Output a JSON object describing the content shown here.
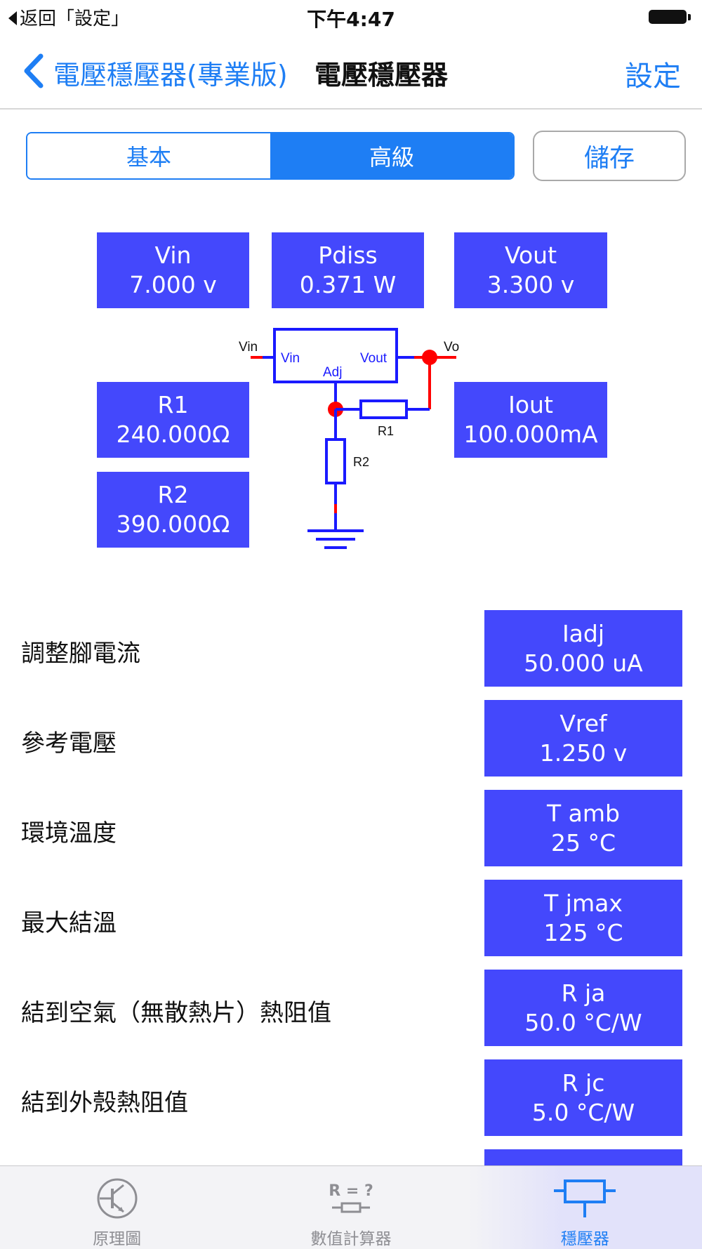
{
  "status_bar": {
    "back_app": "返回「設定」",
    "time": "下午4:47"
  },
  "nav": {
    "back_title": "電壓穩壓器(專業版)",
    "title": "電壓穩壓器",
    "right_button": "設定"
  },
  "segments": {
    "basic": "基本",
    "advanced": "高級",
    "selected": "高級"
  },
  "save_button": "儲存",
  "boxes": {
    "vin": {
      "name": "Vin",
      "value": "7.000 v"
    },
    "pdiss": {
      "name": "Pdiss",
      "value": "0.371 W"
    },
    "vout": {
      "name": "Vout",
      "value": "3.300 v"
    },
    "r1": {
      "name": "R1",
      "value": "240.000Ω"
    },
    "iout": {
      "name": "Iout",
      "value": "100.000mA"
    },
    "r2": {
      "name": "R2",
      "value": "390.000Ω"
    }
  },
  "schematic": {
    "vin_label": "Vin",
    "vo_label": "Vo",
    "pin_vin": "Vin",
    "pin_vout": "Vout",
    "pin_adj": "Adj",
    "r1_label": "R1",
    "r2_label": "R2"
  },
  "params": [
    {
      "label": "調整腳電流",
      "name": "Iadj",
      "value": "50.000 uA"
    },
    {
      "label": "參考電壓",
      "name": "Vref",
      "value": "1.250 v"
    },
    {
      "label": "環境溫度",
      "name": "T amb",
      "value": "25 °C"
    },
    {
      "label": "最大結溫",
      "name": "T jmax",
      "value": "125 °C"
    },
    {
      "label": "結到空氣（無散熱片）熱阻值",
      "name": "R ja",
      "value": "50.0 °C/W"
    },
    {
      "label": "結到外殼熱阻值",
      "name": "R jc",
      "value": "5.0 °C/W"
    }
  ],
  "tabs": [
    {
      "label": "原理圖",
      "icon": "transistor-icon"
    },
    {
      "label": "數值計算器",
      "icon": "resistor-calc-icon",
      "icon_text": "R = ?"
    },
    {
      "label": "穩壓器",
      "icon": "regulator-icon"
    }
  ],
  "colors": {
    "accent": "#1e7ef4",
    "box": "#4448fc",
    "wire": "#1a1aff",
    "node": "#ff0000"
  }
}
